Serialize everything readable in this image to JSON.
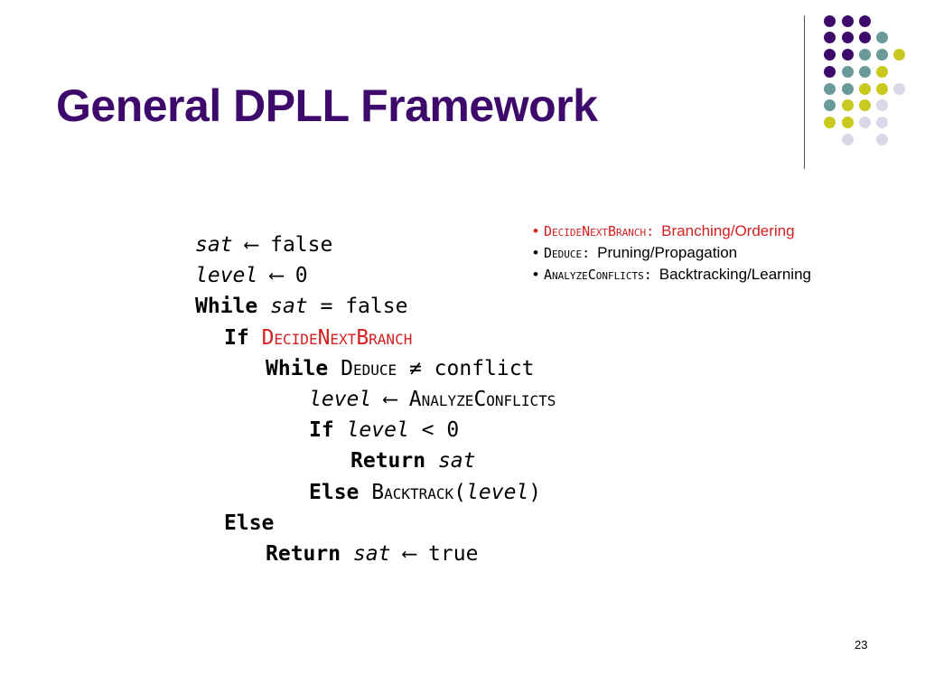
{
  "slide": {
    "title": "General DPLL Framework",
    "page_number": "23"
  },
  "colors": {
    "title": "#3d0a6b",
    "highlight_red": "#d42020",
    "dot_purple": "#3d0a6b",
    "dot_teal": "#6b9a9a",
    "dot_olive": "#c8c81e",
    "dot_lavender": "#d8d8e8"
  },
  "bullets": [
    {
      "key": "DecideNextBranch:",
      "text": "Branching/Ordering"
    },
    {
      "key": "Deduce:",
      "text": "Pruning/Propagation"
    },
    {
      "key": "AnalyzeConflicts:",
      "text": "Backtracking/Learning"
    }
  ],
  "code": {
    "l1": {
      "var": "sat",
      "op": " ⟵ ",
      "rest": "false"
    },
    "l2": {
      "var": "level",
      "op": " ⟵ ",
      "rest": "0"
    },
    "l3": {
      "kw": "While",
      "var": "sat",
      "rest": " = false"
    },
    "l4": {
      "kw": "If",
      "fn": "DecideNextBranch"
    },
    "l5": {
      "kw": "While",
      "fn": "Deduce",
      "rest": " ≠ conflict"
    },
    "l6": {
      "var": "level",
      "op": " ⟵ ",
      "fn": "AnalyzeConflicts"
    },
    "l7": {
      "kw": "If",
      "var": "level",
      "rest": " < 0"
    },
    "l8": {
      "kw": "Return",
      "var": "sat"
    },
    "l9": {
      "kw": "Else",
      "fn": "Backtrack",
      "open": "(",
      "var": "level",
      "close": ")"
    },
    "l10": {
      "kw": "Else"
    },
    "l11": {
      "kw": "Return",
      "var": "sat",
      "op": " ⟵ ",
      "rest": "true"
    }
  }
}
